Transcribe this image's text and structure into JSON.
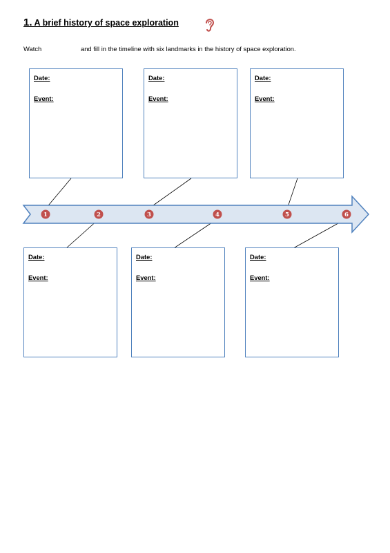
{
  "header": {
    "number": "1.",
    "title": "A brief history of space exploration",
    "listen_icon": "ear-icon"
  },
  "instructions": {
    "watch": "Watch",
    "rest": "and fill in the timeline with six landmarks in the history of space exploration."
  },
  "labels": {
    "date": "Date:",
    "event": "Event:"
  },
  "timeline": {
    "markers": [
      "1",
      "2",
      "3",
      "4",
      "5",
      "6"
    ],
    "arrow_fill": "#dce6f2",
    "arrow_stroke": "#4f81bd",
    "marker_color": "#c0504d"
  }
}
